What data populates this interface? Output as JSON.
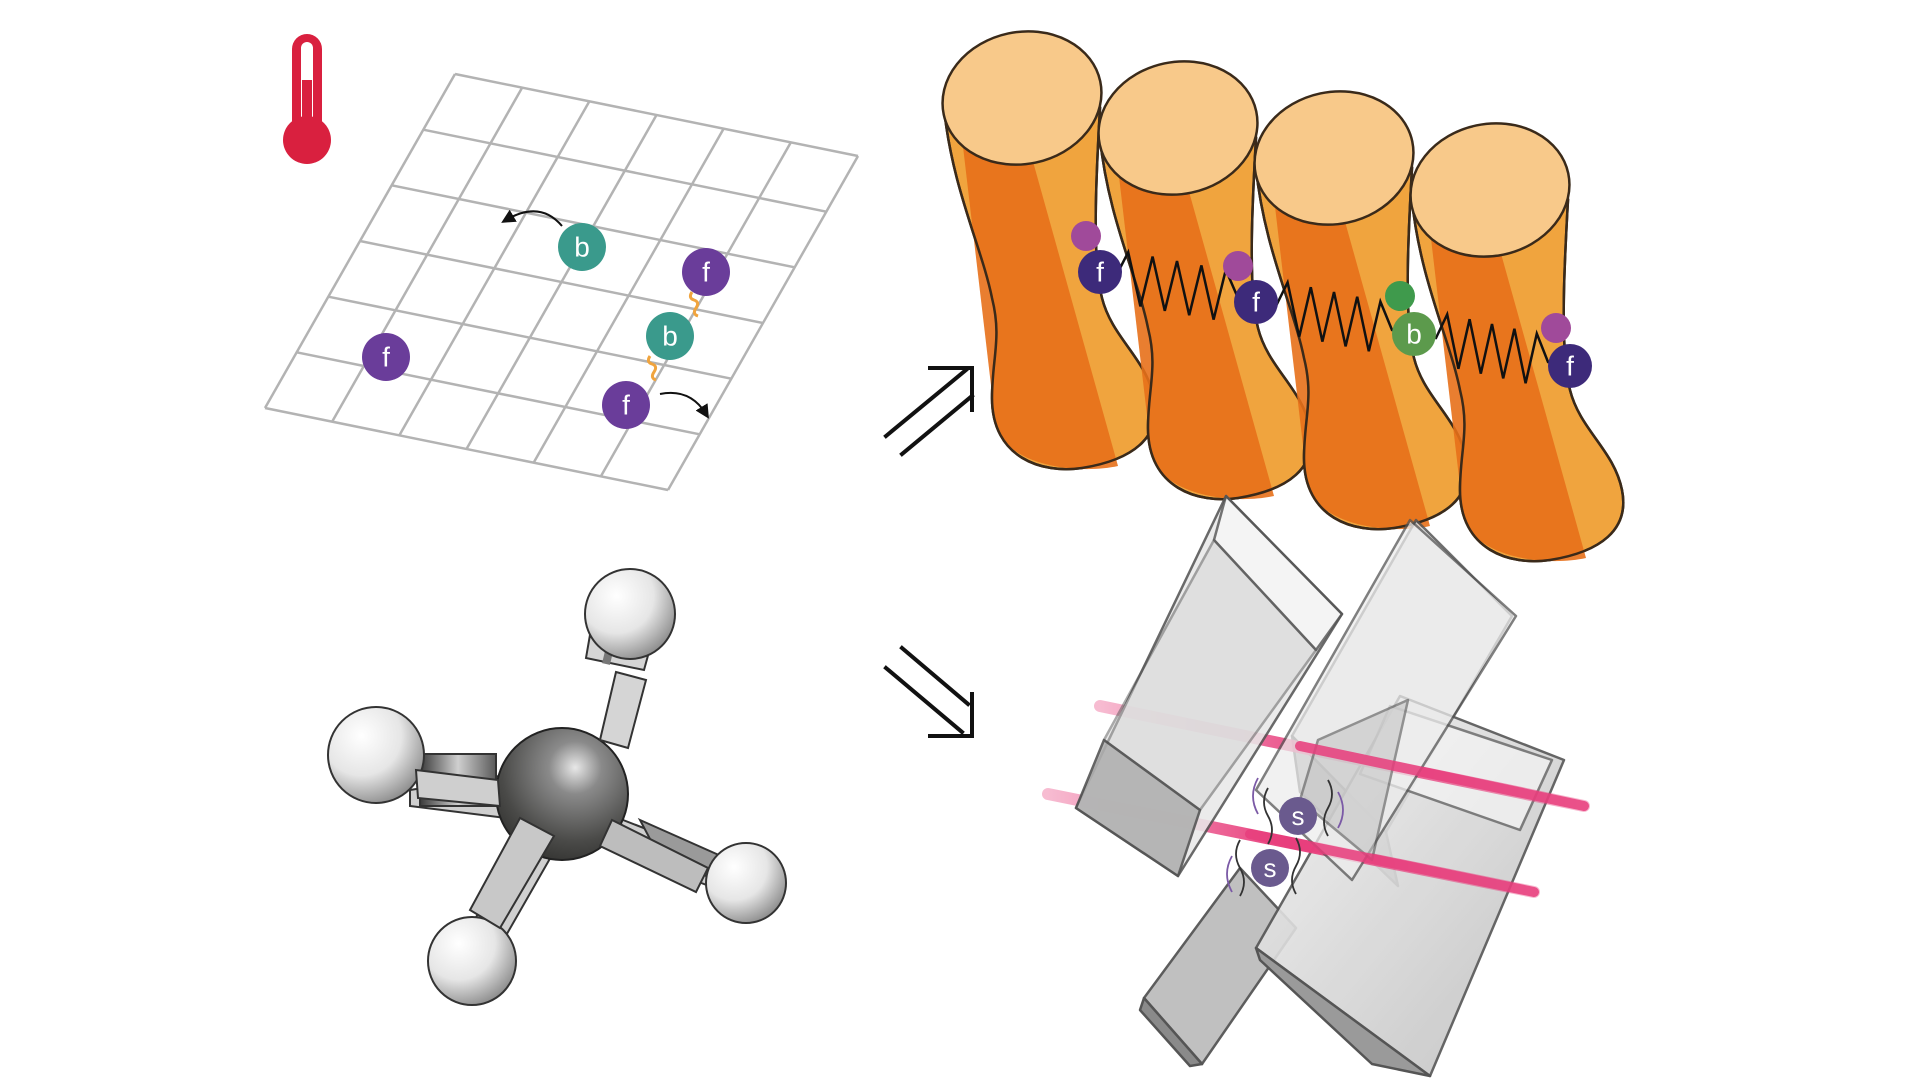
{
  "particles": {
    "fermion_label": "f",
    "boson_label": "b",
    "spin_label": "s"
  },
  "colors": {
    "fermion": "#6a3d9a",
    "boson": "#3a9a8c",
    "boson_dimer": "#5c9a4c",
    "thermometer": "#d9203f",
    "tube_light": "#f8c98a",
    "tube_mid": "#f0a43e",
    "tube_dark": "#e7701a",
    "laser": "#e83e7c",
    "glass": "#d8d8d8"
  },
  "icons": {
    "thermometer": "thermometer-icon",
    "arrow_upper": "double-arrow-up-right-icon",
    "arrow_lower": "double-arrow-down-right-icon"
  }
}
